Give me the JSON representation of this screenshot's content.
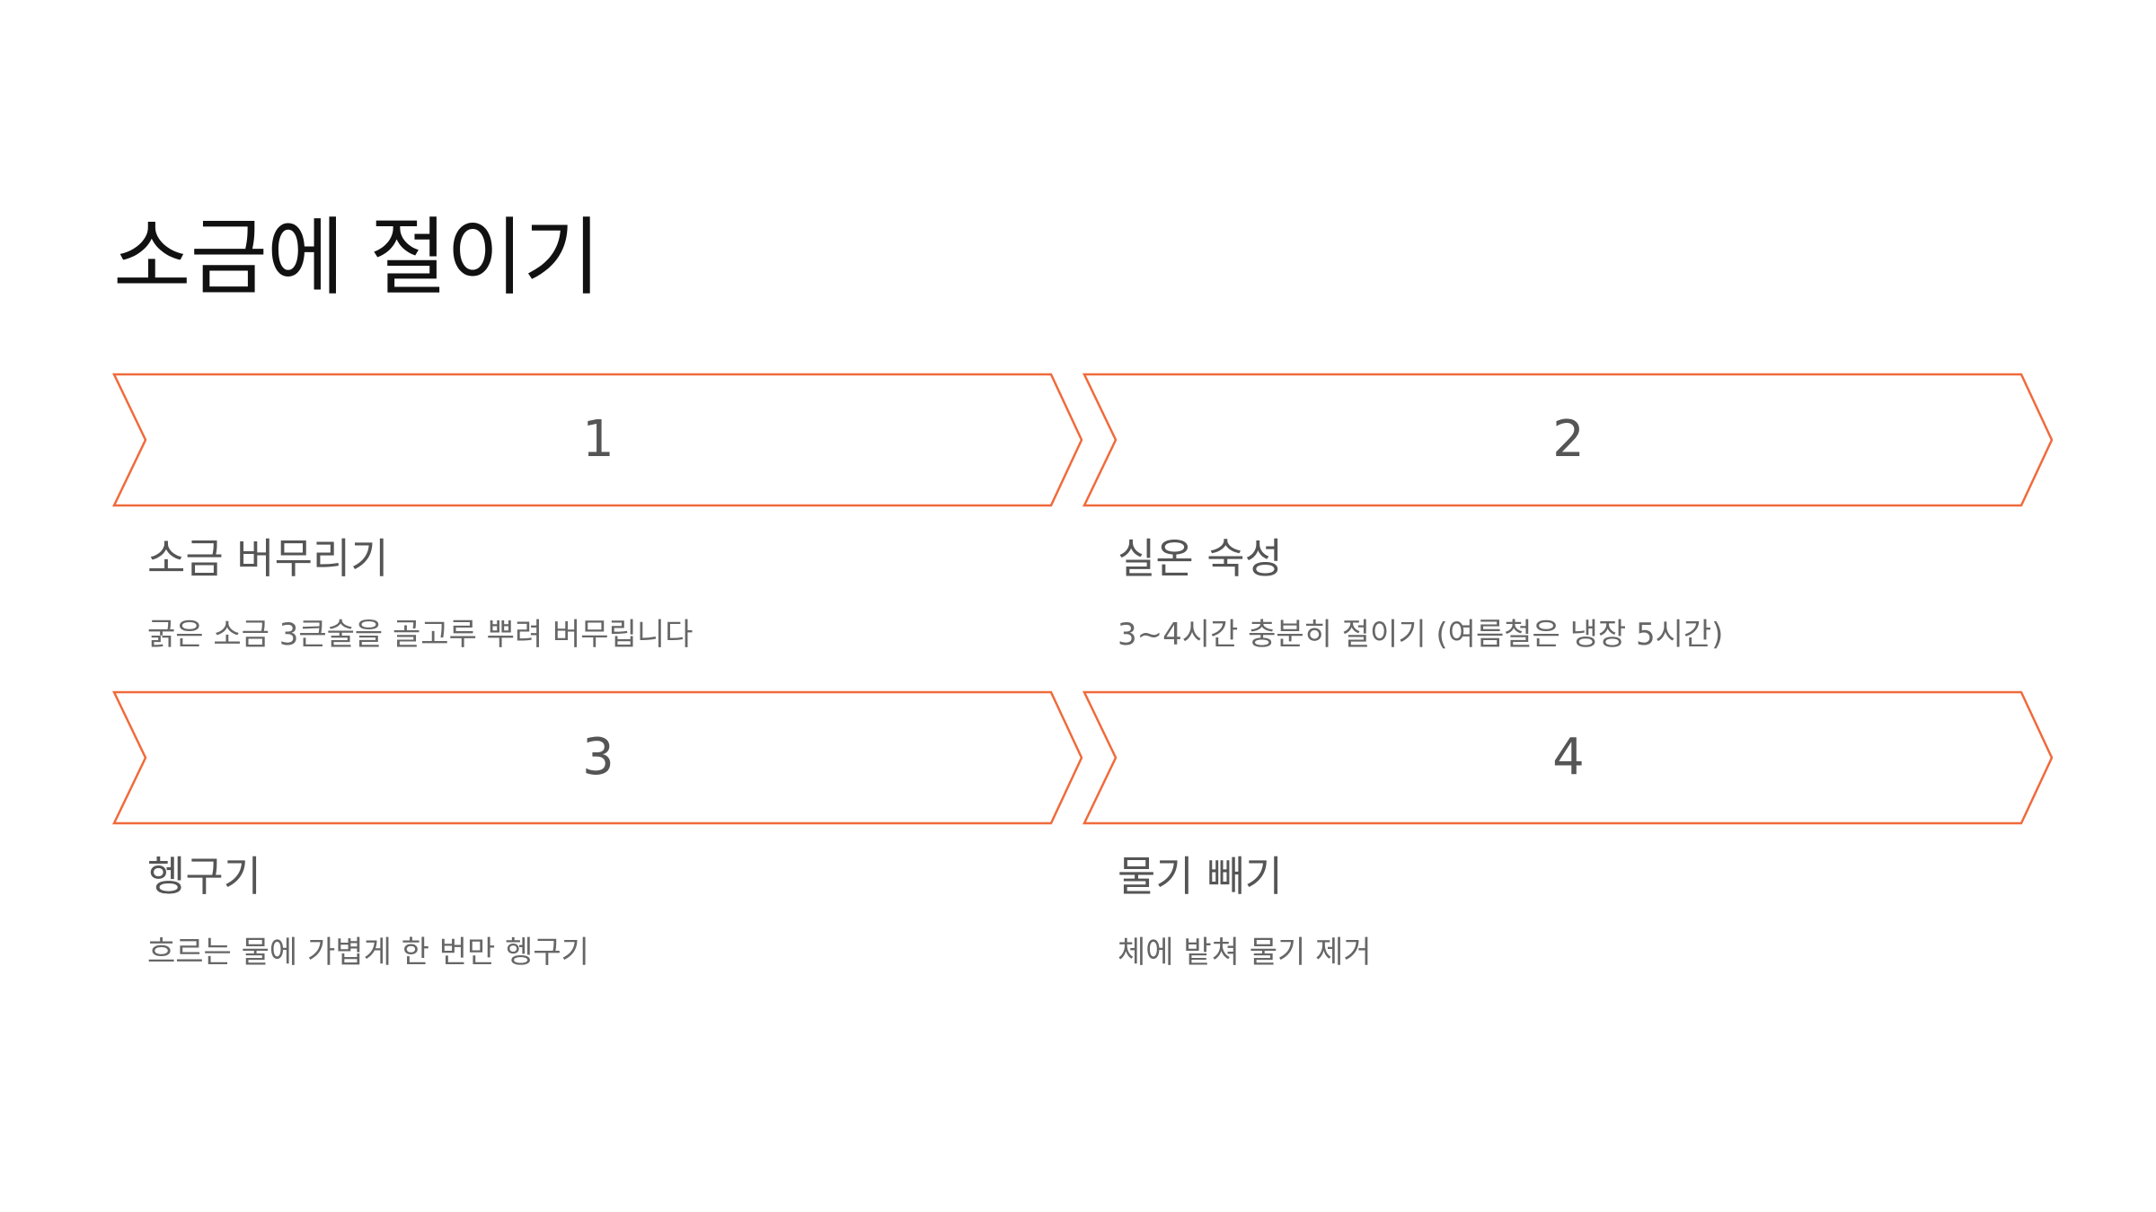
{
  "slide": {
    "title": "소금에 절이기",
    "accent_color": "#f06a3b",
    "steps": [
      {
        "number": "1",
        "heading": "소금 버무리기",
        "description": "굵은 소금 3큰술을 골고루 뿌려 버무립니다"
      },
      {
        "number": "2",
        "heading": "실온 숙성",
        "description": "3~4시간 충분히 절이기 (여름철은 냉장 5시간)"
      },
      {
        "number": "3",
        "heading": "헹구기",
        "description": "흐르는 물에 가볍게 한 번만 헹구기"
      },
      {
        "number": "4",
        "heading": "물기 빼기",
        "description": "체에 밭쳐 물기 제거"
      }
    ]
  }
}
